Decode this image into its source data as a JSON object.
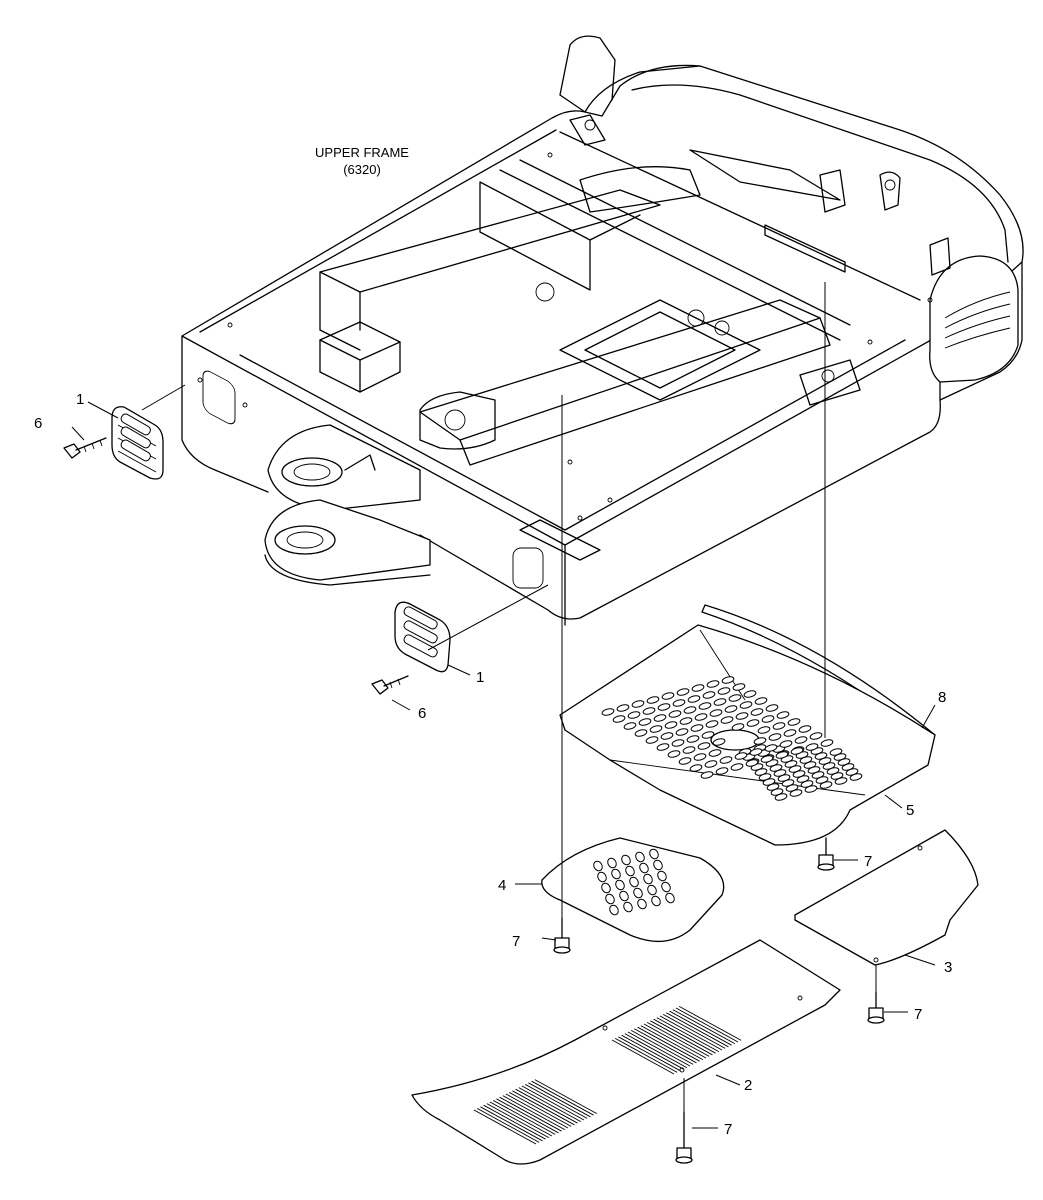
{
  "frame_label": {
    "name": "UPPER FRAME",
    "code": "(6320)"
  },
  "callouts": [
    {
      "id": "c1a",
      "text": "1"
    },
    {
      "id": "c1b",
      "text": "1"
    },
    {
      "id": "c6a",
      "text": "6"
    },
    {
      "id": "c6b",
      "text": "6"
    },
    {
      "id": "c8",
      "text": "8"
    },
    {
      "id": "c5",
      "text": "5"
    },
    {
      "id": "c4",
      "text": "4"
    },
    {
      "id": "c3",
      "text": "3"
    },
    {
      "id": "c2",
      "text": "2"
    },
    {
      "id": "c7a",
      "text": "7"
    },
    {
      "id": "c7b",
      "text": "7"
    },
    {
      "id": "c7c",
      "text": "7"
    },
    {
      "id": "c7d",
      "text": "7"
    }
  ]
}
